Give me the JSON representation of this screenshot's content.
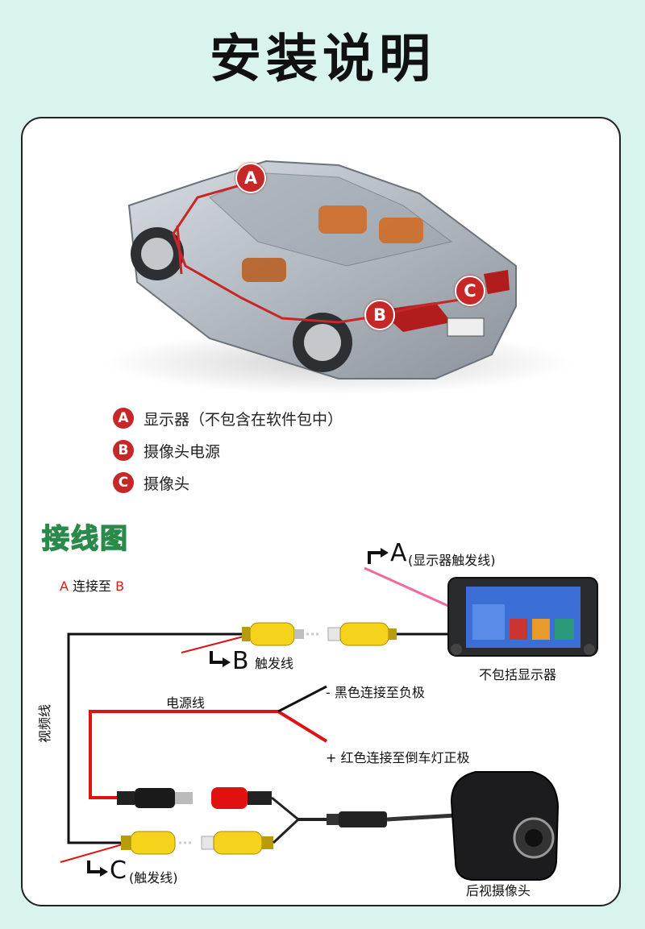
{
  "title": "安装说明",
  "legend": [
    {
      "badge": "A",
      "text": "显示器（不包含在软件包中）"
    },
    {
      "badge": "B",
      "text": "摄像头电源"
    },
    {
      "badge": "C",
      "text": "摄像头"
    }
  ],
  "diagram": {
    "title": "接线图",
    "note_a": "A",
    "note_mid": " 连接至 ",
    "note_b": "B",
    "label_A_letter": "A",
    "label_A_text": "(显示器触发线)",
    "label_B_letter": "B",
    "label_B_text": "触发线",
    "label_C_letter": "C",
    "label_C_text": "(触发线)",
    "monitor_caption": "不包括显示器",
    "power_line": "电源线",
    "black_wire": "- 黑色连接至负极",
    "red_wire": "+ 红色连接至倒车灯正极",
    "video_line": "视频线",
    "camera_caption": "后视摄像头"
  },
  "colors": {
    "accent_red": "#c62828",
    "wire_red": "#e11111",
    "rca_yellow": "#f5d21c",
    "trigger_pink": "#f06aa0",
    "title_green": "#7be04a"
  }
}
